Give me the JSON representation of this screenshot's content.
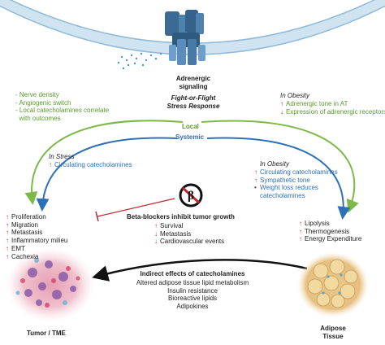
{
  "receptor": {
    "title_line1": "Adrenergic",
    "title_line2": "signaling",
    "subtitle_line1": "Fight-or-Flight",
    "subtitle_line2": "Stress Response"
  },
  "local_left": {
    "items": [
      "- Nerve density",
      "- Angiogenic switch",
      "- Local catecholamines correlate",
      "  with outcomes"
    ]
  },
  "local_right": {
    "heading": "In Obesity",
    "items": [
      {
        "dir": "up",
        "text": "Adrenergic tone in AT"
      },
      {
        "dir": "down",
        "text": "Expression of adrenergic receptors"
      }
    ]
  },
  "labels": {
    "local": "Local",
    "systemic": "Systemic"
  },
  "stress_left": {
    "heading": "In Stress",
    "items": [
      {
        "dir": "up",
        "text": "Circulating catecholamines"
      }
    ]
  },
  "obesity_right": {
    "heading": "In Obesity",
    "items": [
      {
        "dir": "up",
        "text": "Circulating catecholamines"
      },
      {
        "dir": "up",
        "text": "Sympathetic tone"
      },
      {
        "dir": "dot",
        "text": "Weight loss reduces"
      },
      {
        "dir": "none",
        "text": "catecholamines"
      }
    ]
  },
  "beta_blockers": {
    "title": "Beta-blockers inhibit tumor growth",
    "items": [
      {
        "dir": "up",
        "text": "Survival"
      },
      {
        "dir": "down",
        "text": "Metastasis"
      },
      {
        "dir": "down",
        "text": "Cardiovascular events"
      }
    ]
  },
  "tumor_effects": {
    "items": [
      "Proliferation",
      "Migration",
      "Metastasis",
      "Inflammatory milieu",
      "EMT",
      "Cachexia"
    ]
  },
  "adipose_effects": {
    "items": [
      "Lipolysis",
      "Thermogenesis",
      "Energy Expenditure"
    ]
  },
  "indirect": {
    "title": "Indirect effects of catecholamines",
    "items": [
      "Altered adipose tissue lipid metabolism",
      "Insulin resistance",
      "Bioreactive lipids",
      "Adipokines"
    ]
  },
  "tissues": {
    "tumor": "Tumor / TME",
    "adipose_line1": "Adipose",
    "adipose_line2": "Tissue"
  },
  "colors": {
    "green": "#5a9a2a",
    "blue": "#2e70b5",
    "red": "#c0282d",
    "membrane": "#cfe3f1",
    "receptor": "#3f6f95"
  }
}
